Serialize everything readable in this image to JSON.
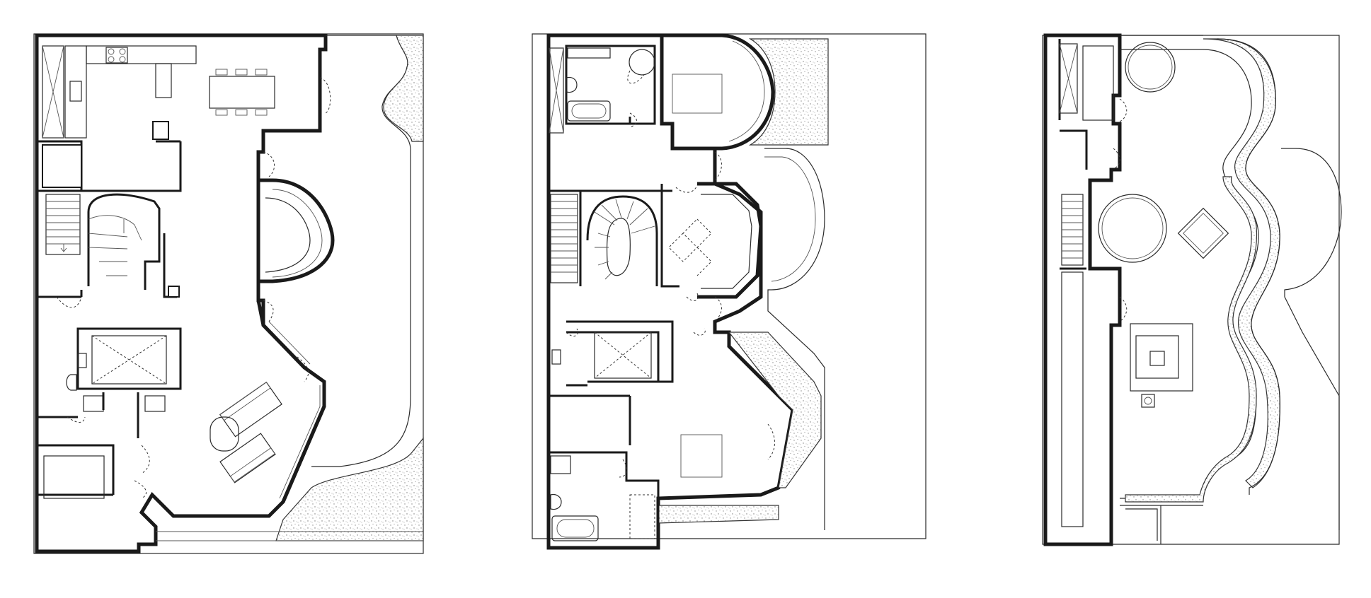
{
  "plans": [
    {
      "id": "ground-floor"
    },
    {
      "id": "first-floor"
    },
    {
      "id": "roof-terrace"
    }
  ],
  "colors": {
    "line": "#1a1a1a",
    "paper": "#ffffff",
    "gravel": "#9a9a9a"
  }
}
